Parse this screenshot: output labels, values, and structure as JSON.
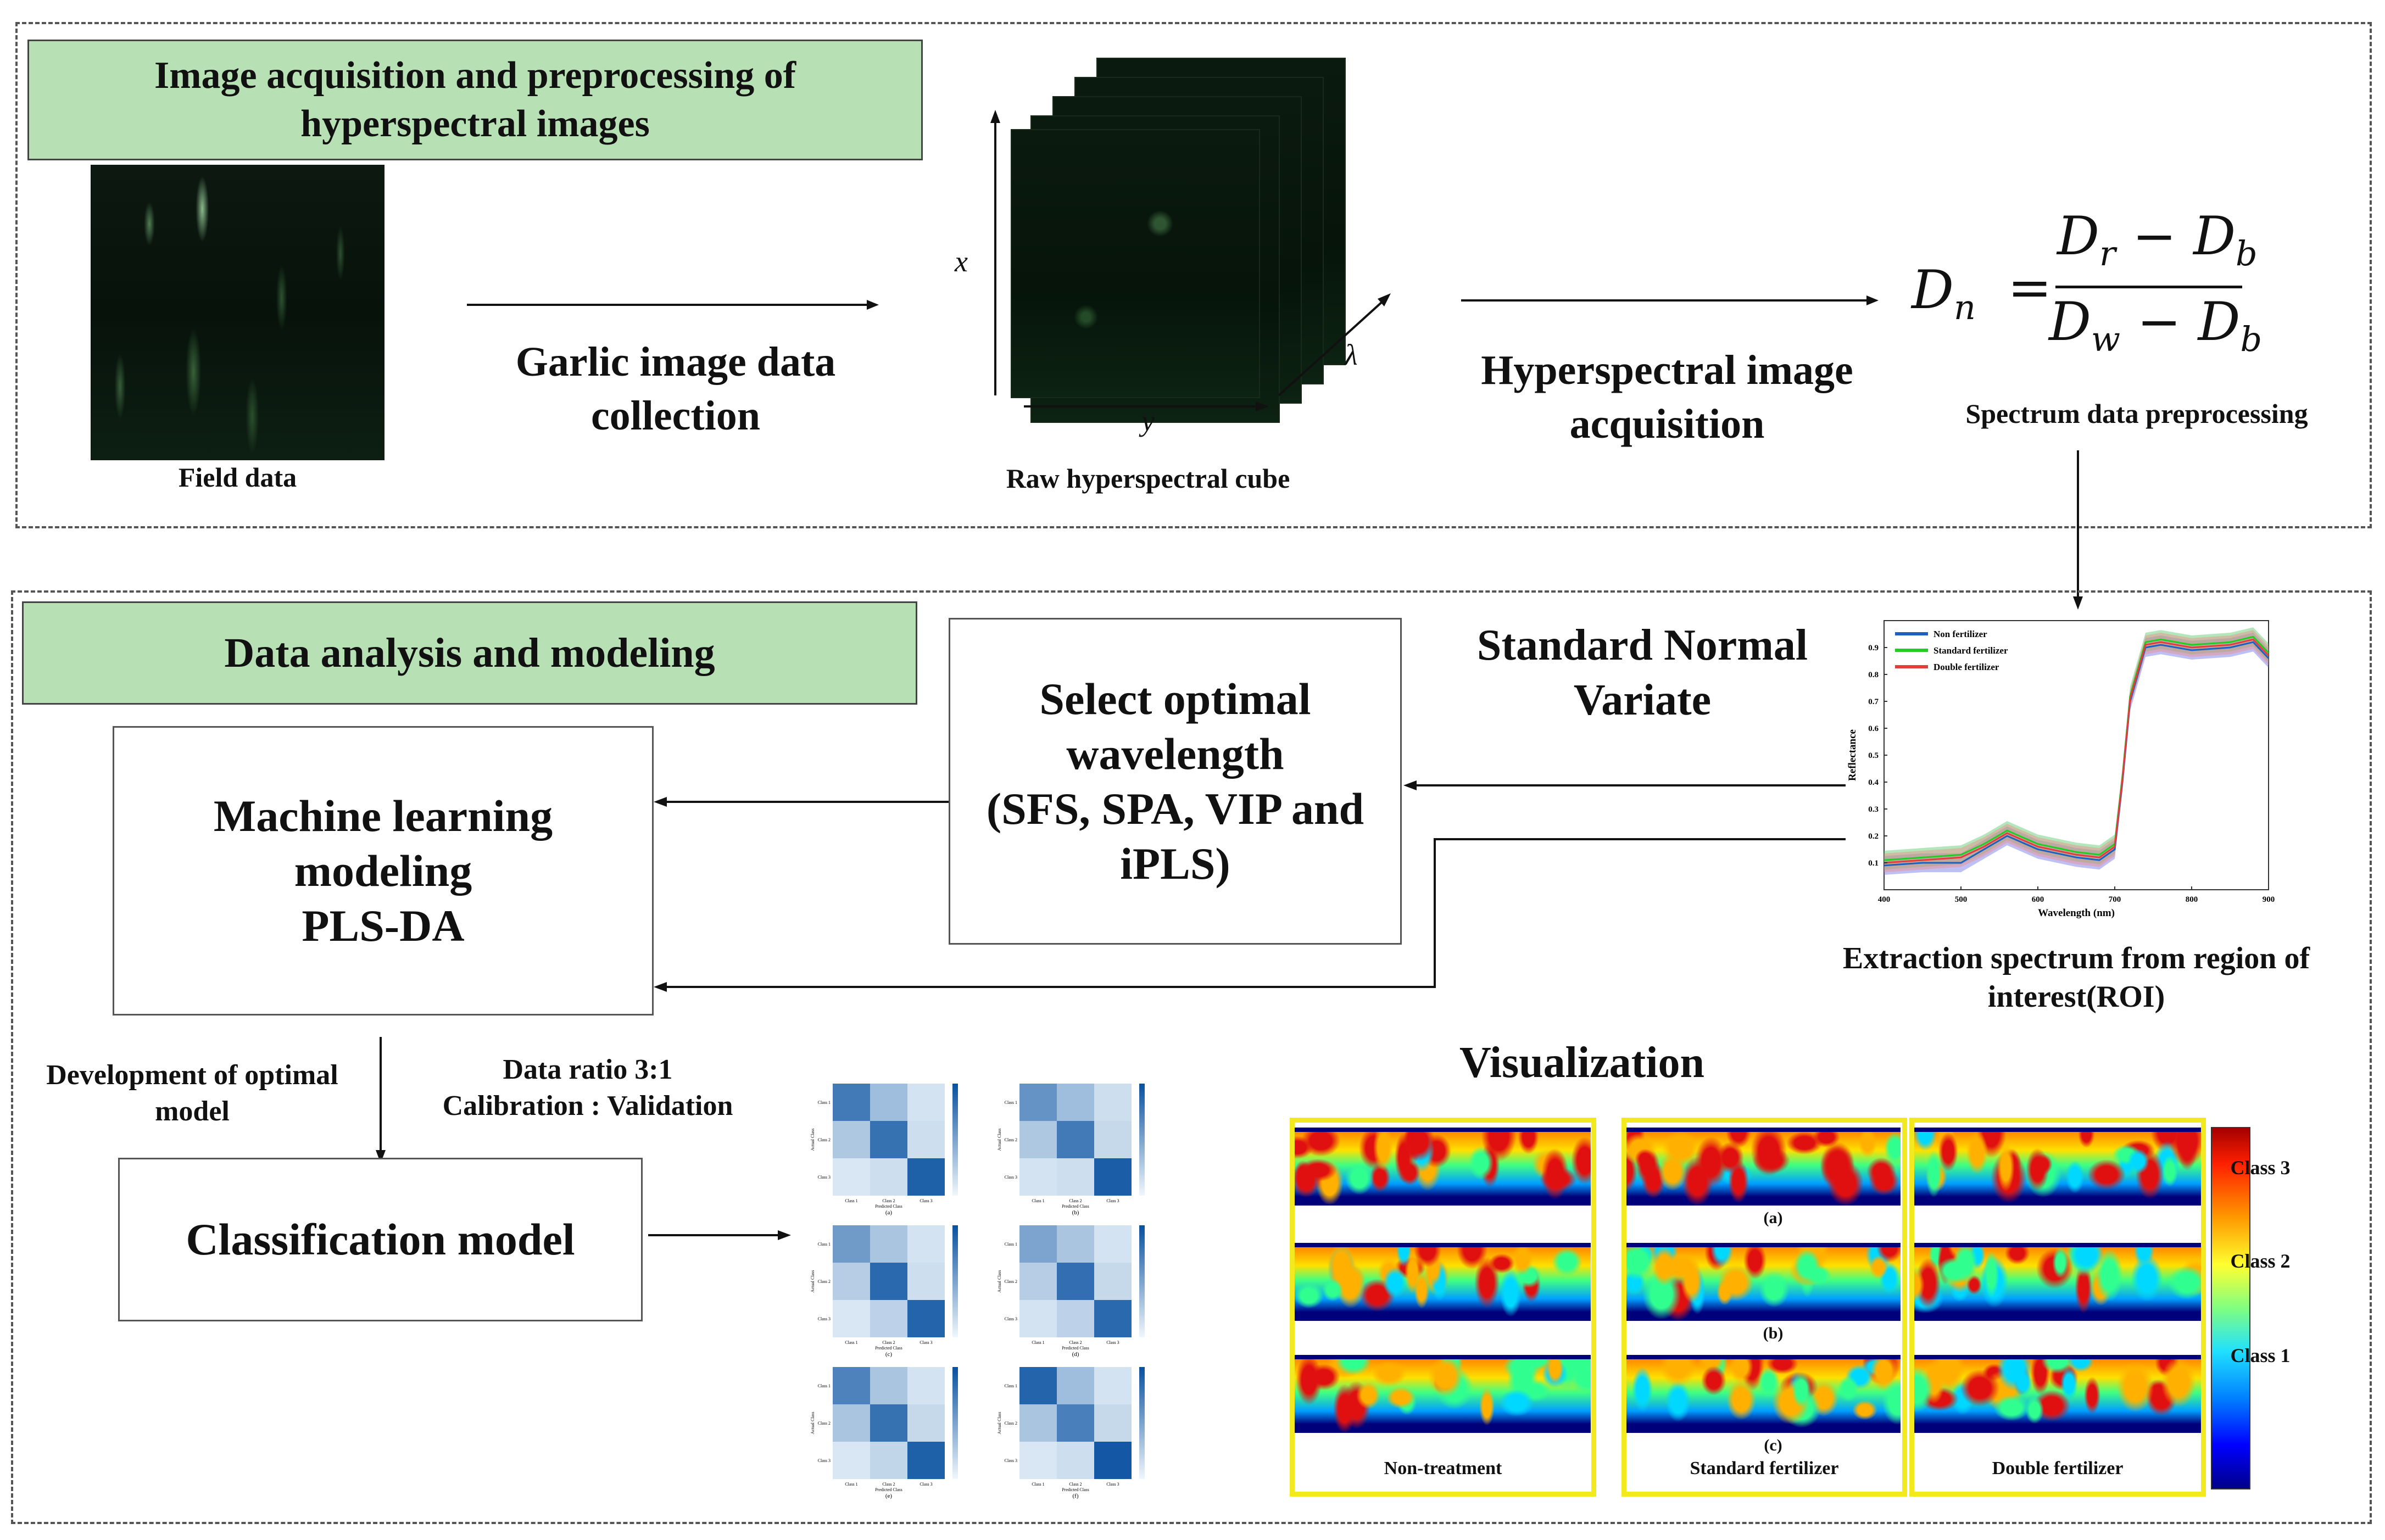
{
  "top": {
    "title": "Image acquisition and preprocessing of\nhyperspectral images",
    "field_label": "Field data",
    "collect_label": "Garlic image data\ncollection",
    "cube_label": "Raw hyperspectral cube",
    "axis_x": "x",
    "axis_y": "y",
    "axis_lambda": "λ",
    "acq_label": "Hyperspectral image\nacquisition",
    "formula_lhs": "D",
    "formula_lhs_sub": "n",
    "formula_num_a": "D",
    "formula_num_a_sub": "r",
    "formula_num_b": "D",
    "formula_num_b_sub": "b",
    "formula_den_a": "D",
    "formula_den_a_sub": "w",
    "formula_den_b": "D",
    "formula_den_b_sub": "b",
    "preproc_label": "Spectrum data preprocessing"
  },
  "bottom": {
    "title": "Data analysis and modeling",
    "snv_label": "Standard Normal\nVariate",
    "select_box": "Select optimal\nwavelength\n(SFS, SPA, VIP and\niPLS)",
    "ml_box": "Machine learning\nmodeling\nPLS-DA",
    "extract_label": "Extraction spectrum from region of\ninterest(ROI)",
    "dev_label": "Development of optimal\nmodel",
    "ratio_label": "Data ratio 3:1\nCalibration : Validation",
    "class_box": "Classification model",
    "vis_title": "Visualization",
    "vis_row_captions": [
      "(a)",
      "(b)",
      "(c)"
    ],
    "vis_col_labels": [
      "Non-treatment",
      "Standard fertilizer",
      "Double fertilizer"
    ],
    "colorbar_labels": [
      "Class 3",
      "Class 2",
      "Class 1"
    ],
    "cm_captions": [
      "(a)",
      "(b)",
      "(c)",
      "(d)",
      "(e)",
      "(f)"
    ],
    "cm_class_labels": [
      "Class 1",
      "Class 2",
      "Class 3"
    ],
    "cm_xlabel": "Predicted Class",
    "cm_ylabel": "Actual Class"
  },
  "chart_data": {
    "type": "line",
    "xlabel": "Wavelength (nm)",
    "ylabel": "Reflectance",
    "xlim": [
      400,
      900
    ],
    "ylim": [
      0.0,
      1.0
    ],
    "x_ticks": [
      400,
      500,
      600,
      700,
      800,
      900
    ],
    "y_ticks": [
      0.1,
      0.2,
      0.3,
      0.4,
      0.5,
      0.6,
      0.7,
      0.8,
      0.9
    ],
    "legend_position": "top-left",
    "x": [
      400,
      450,
      500,
      530,
      560,
      600,
      650,
      680,
      700,
      710,
      720,
      740,
      760,
      800,
      850,
      880,
      900
    ],
    "series": [
      {
        "name": "Non fertilizer",
        "color": "#1f5fbf",
        "band_color": "#6e73e6",
        "values": [
          0.09,
          0.1,
          0.1,
          0.15,
          0.2,
          0.15,
          0.12,
          0.11,
          0.15,
          0.4,
          0.7,
          0.9,
          0.91,
          0.89,
          0.9,
          0.92,
          0.86
        ]
      },
      {
        "name": "Standard fertilizer",
        "color": "#22cc22",
        "band_color": "#58c86a",
        "values": [
          0.11,
          0.12,
          0.13,
          0.17,
          0.22,
          0.17,
          0.14,
          0.13,
          0.17,
          0.42,
          0.72,
          0.92,
          0.93,
          0.91,
          0.92,
          0.94,
          0.88
        ]
      },
      {
        "name": "Double fertilizer",
        "color": "#e23c3c",
        "band_color": "#ef8a8a",
        "values": [
          0.1,
          0.11,
          0.12,
          0.16,
          0.21,
          0.16,
          0.13,
          0.12,
          0.16,
          0.41,
          0.71,
          0.91,
          0.92,
          0.9,
          0.91,
          0.93,
          0.87
        ]
      }
    ]
  }
}
